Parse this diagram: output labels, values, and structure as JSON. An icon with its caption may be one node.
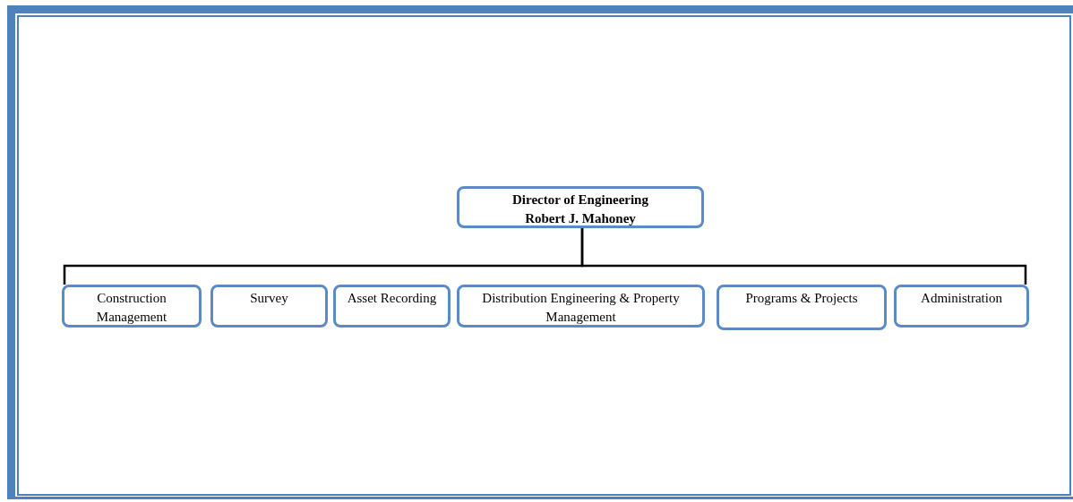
{
  "diagram": {
    "nodes": [
      {
        "text": [
          "Director of Engineering",
          "Robert J. Mahoney"
        ]
      },
      {
        "text": [
          "Construction Management"
        ]
      },
      {
        "text": [
          "Survey"
        ]
      },
      {
        "text": [
          "Asset Recording"
        ]
      },
      {
        "text": [
          "Distribution Engineering & Property Management"
        ]
      },
      {
        "text": [
          "Programs & Projects"
        ]
      },
      {
        "text": [
          "Administration"
        ]
      }
    ],
    "edges": [
      {
        "from": 0,
        "to": 1,
        "arrow": "none"
      },
      {
        "from": 0,
        "to": 6,
        "arrow": "none"
      }
    ]
  }
}
